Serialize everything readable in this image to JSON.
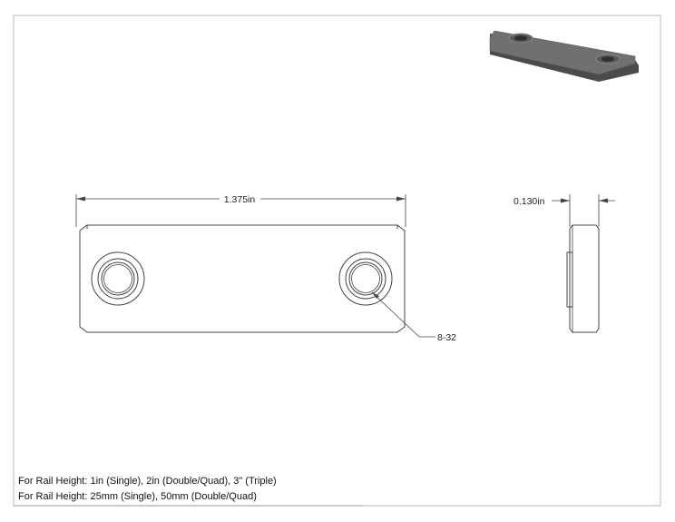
{
  "dimensions": {
    "length": "1.375in",
    "thickness": "0.130in",
    "thread": "8-32"
  },
  "notes": {
    "line1": "For Rail Height: 1in (Single), 2in (Double/Quad), 3\" (Triple)",
    "line2": "For Rail Height: 25mm (Single), 50mm (Double/Quad)"
  },
  "colors": {
    "line": "#444444",
    "part_top": "#6e6e6e",
    "part_side": "#4a4a4a"
  }
}
